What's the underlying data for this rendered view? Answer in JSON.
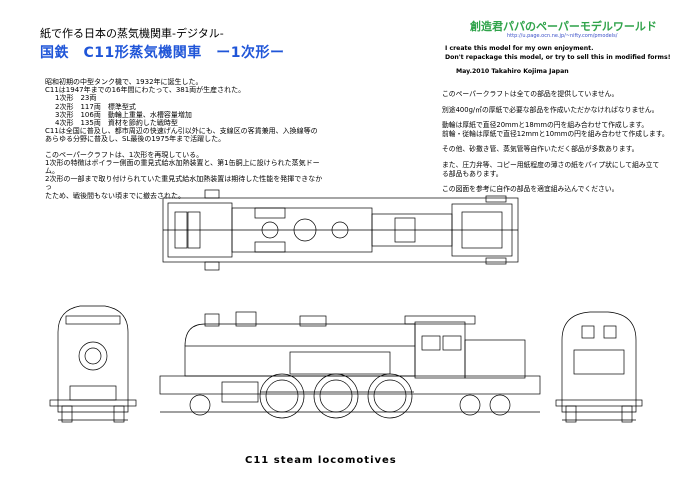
{
  "header": {
    "subtitle": "紙で作る日本の蒸気機関車-デジタル-",
    "title": "国鉄　C11形蒸気機関車　ー1次形ー",
    "brand": "創造君パパのペーパーモデルワールド",
    "url": "http://u.page.ocn.ne.jp/~nifty.com/pmodels/",
    "notice_line1": "I create this model for my own enjoyment.",
    "notice_line2": "Don't repackage this model, or try to sell this in modified forms!",
    "date": "May.2010  Takahiro Kojima Japan"
  },
  "intro": {
    "line1": "昭和初期の中型タンク機で、1932年に誕生した。",
    "line2": "C11は1947年までの16年間にわたって、381両が生産された。",
    "line3": "1次形　23両",
    "line4": "2次形　117両　標準型式",
    "line5": "3次形　106両　動輪上重量、水槽容量増加",
    "line6": "4次形　135両　資材を節約した戦時型",
    "line7": "C11は全国に普及し、都市周辺の快速げん引以外にも、支線区の客貨兼用、入換線等の",
    "line8": "あらゆる分野に普及し、SL最後の1975年まで活躍した。",
    "line9": "このペーパークラフトは、1次形を再現している。",
    "line10": "1次形の特徴はボイラー側面の重見式給水加熱装置と、第1缶胴上に設けられた蒸気ドーム。",
    "line11": "2次形の一部まで取り付けられていた重見式給水加熱装置は期待した性能を発揮できなかっ",
    "line12": "たため、戦後間もない頃までに撤去された。"
  },
  "notes": {
    "n1": "このペーパークラフトは全ての部品を提供していません。",
    "n2": "別途400g/㎡の厚紙で必要な部品を作成いただかなければなりません。",
    "n3a": "動輪は厚紙で直径20mmと18mmの円を組み合わせて作成します。",
    "n3b": "前輪・従輪は厚紙で直径12mmと10mmの円を組み合わせて作成します。",
    "n4": "その他、砂撒き管、蒸気管等自作いただく部品が多数あります。",
    "n5a": "また、圧力弁等、コピー用紙程度の薄さの紙をパイプ状にして組み立て",
    "n5b": "る部品もあります。",
    "n6": "この図面を参考に自作の部品を適宜組み込んでください。"
  },
  "caption": "C11 steam locomotives",
  "colors": {
    "title": "#1f55d8",
    "brand": "#2fa34a",
    "line": "#000000"
  }
}
